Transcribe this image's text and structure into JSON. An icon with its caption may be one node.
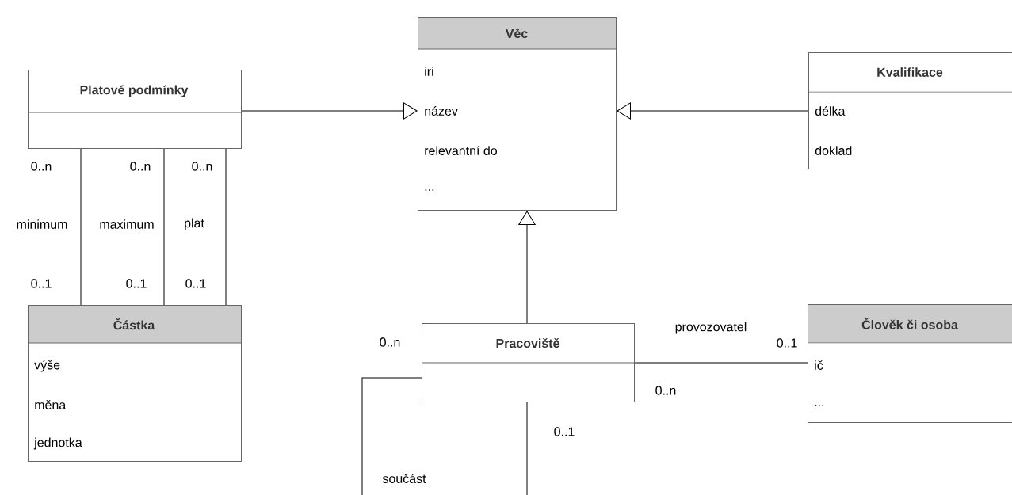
{
  "diagram": {
    "nodes": [
      {
        "text": [
          "Věc",
          "iri",
          "název",
          "relevantní do",
          "..."
        ]
      },
      {
        "text": [
          "Platové podmínky"
        ]
      },
      {
        "text": [
          "Kvalifikace",
          "délka",
          "doklad"
        ]
      },
      {
        "text": [
          "Částka",
          "výše",
          "měna",
          "jednotka"
        ]
      },
      {
        "text": [
          "Pracoviště"
        ]
      },
      {
        "text": [
          "Člověk či osoba",
          "ič",
          "..."
        ]
      }
    ],
    "edges": [
      {
        "from": 1,
        "to": 0,
        "arrow": "to"
      },
      {
        "from": 2,
        "to": 0,
        "arrow": "to"
      },
      {
        "from": 4,
        "to": 0,
        "arrow": "to"
      },
      {
        "from": 1,
        "to": 3,
        "arrow": "none",
        "label": "minimum"
      },
      {
        "from": 1,
        "to": 3,
        "arrow": "none",
        "label": "maximum"
      },
      {
        "from": 1,
        "to": 3,
        "arrow": "none",
        "label": "plat"
      },
      {
        "from": 4,
        "to": 5,
        "arrow": "none",
        "label": "provozovatel"
      },
      {
        "from": 4,
        "to": 4,
        "arrow": "none",
        "label": "součást"
      }
    ],
    "labels": [
      "0..n",
      "0..n",
      "0..n",
      "0..1",
      "0..1",
      "0..1",
      "0..n",
      "0..1",
      "0..n",
      "0..1"
    ]
  }
}
